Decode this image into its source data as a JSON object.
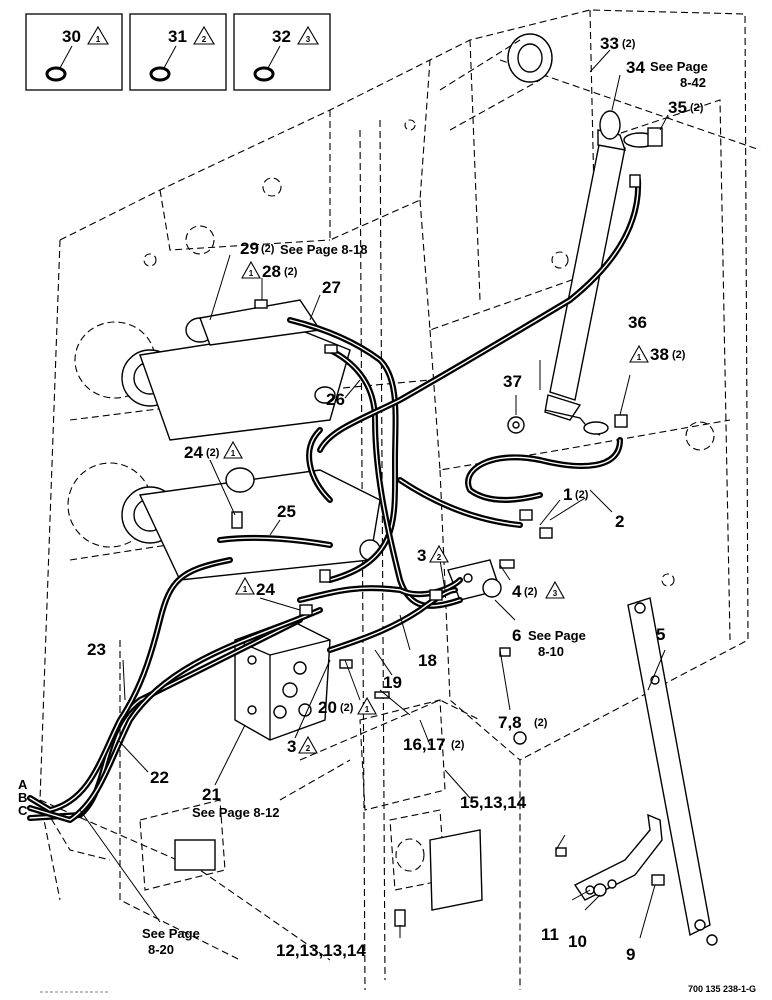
{
  "kits": [
    {
      "number": "30",
      "rev": "1"
    },
    {
      "number": "31",
      "rev": "2"
    },
    {
      "number": "32",
      "rev": "3"
    }
  ],
  "callouts": {
    "c1": "1",
    "c1q": "(2)",
    "c2": "2",
    "c3a": "3",
    "c3a_rev": "2",
    "c3b": "3",
    "c3b_rev": "2",
    "c4": "4",
    "c4q": "(2)",
    "c4_rev": "3",
    "c5": "5",
    "c6": "6",
    "c6_ref1": "See Page",
    "c6_ref2": "8-10",
    "c78": "7,8",
    "c78q": "(2)",
    "c9": "9",
    "c10": "10",
    "c11": "11",
    "c12": "12,13,13,14",
    "c15": "15,13,14",
    "c1617": "16,17",
    "c1617q": "(2)",
    "c18": "18",
    "c19": "19",
    "c20": "20",
    "c20q": "(2)",
    "c20_rev": "1",
    "c21": "21",
    "c21_ref": "See Page 8-12",
    "c22": "22",
    "c23": "23",
    "c24a": "24",
    "c24aq": "(2)",
    "c24a_rev": "1",
    "c24b": "24",
    "c24b_rev": "1",
    "c25": "25",
    "c26": "26",
    "c27": "27",
    "c28": "28",
    "c28q": "(2)",
    "c28_rev": "1",
    "c29": "29",
    "c29q": "(2)",
    "c29_ref": "See Page 8-18",
    "c33": "33",
    "c33q": "(2)",
    "c34": "34",
    "c34_ref1": "See Page",
    "c34_ref2": "8-42",
    "c35": "35",
    "c35q": "(2)",
    "c36": "36",
    "c37": "37",
    "c38": "38",
    "c38q": "(2)",
    "c38_rev": "1",
    "hose_a": "A",
    "hose_b": "B",
    "hose_c": "C",
    "ref_left1": "See Page",
    "ref_left2": "8-20"
  },
  "drawing_number": "700 135 238-1-G",
  "colors": {
    "ink": "#000000",
    "paper": "#ffffff"
  }
}
